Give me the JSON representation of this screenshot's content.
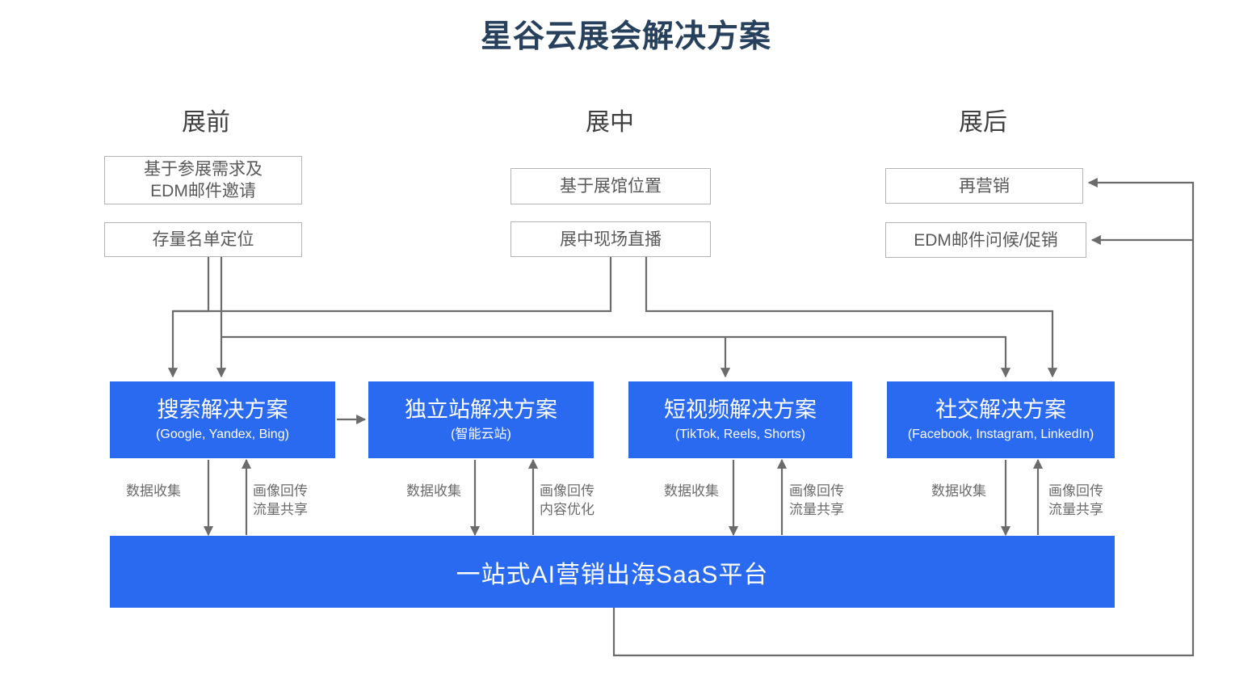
{
  "page": {
    "title": "星谷云展会解决方案",
    "background": "#ffffff",
    "title_color": "#27405c",
    "accent_blue": "#2a6af0",
    "line_color": "#6b6b6b",
    "box_border": "#b4b4b4"
  },
  "phases": [
    {
      "id": "pre",
      "label": "展前"
    },
    {
      "id": "during",
      "label": "展中"
    },
    {
      "id": "post",
      "label": "展后"
    }
  ],
  "stage_boxes": {
    "pre": [
      {
        "id": "pre-1",
        "label": "基于参展需求及\nEDM邮件邀请"
      },
      {
        "id": "pre-2",
        "label": "存量名单定位"
      }
    ],
    "during": [
      {
        "id": "during-1",
        "label": "基于展馆位置"
      },
      {
        "id": "during-2",
        "label": "展中现场直播"
      }
    ],
    "post": [
      {
        "id": "post-1",
        "label": "再营销"
      },
      {
        "id": "post-2",
        "label": "EDM邮件问候/促销"
      }
    ]
  },
  "solutions": [
    {
      "id": "search",
      "title": "搜索解决方案",
      "subtitle": "(Google, Yandex, Bing)"
    },
    {
      "id": "site",
      "title": "独立站解决方案",
      "subtitle": "(智能云站)"
    },
    {
      "id": "video",
      "title": "短视频解决方案",
      "subtitle": "(TikTok, Reels, Shorts)"
    },
    {
      "id": "social",
      "title": "社交解决方案",
      "subtitle": "(Facebook, Instagram, LinkedIn)"
    }
  ],
  "flow_captions": [
    {
      "id": "cap-1",
      "text": "数据收集"
    },
    {
      "id": "cap-2",
      "text": "画像回传\n流量共享"
    },
    {
      "id": "cap-3",
      "text": "数据收集"
    },
    {
      "id": "cap-4",
      "text": "画像回传\n内容优化"
    },
    {
      "id": "cap-5",
      "text": "数据收集"
    },
    {
      "id": "cap-6",
      "text": "画像回传\n流量共享"
    },
    {
      "id": "cap-7",
      "text": "数据收集"
    },
    {
      "id": "cap-8",
      "text": "画像回传\n流量共享"
    }
  ],
  "platform": {
    "label": "一站式AI营销出海SaaS平台"
  }
}
